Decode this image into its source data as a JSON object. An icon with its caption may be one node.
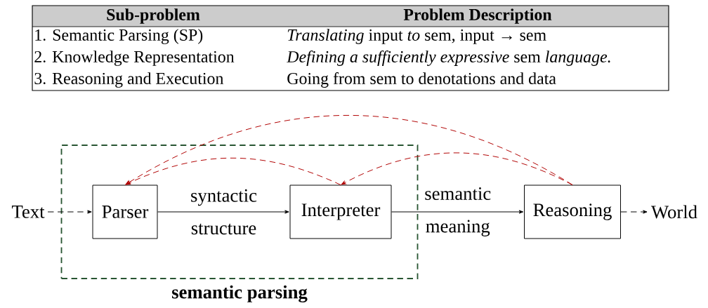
{
  "diagram": {
    "nodes": [
      {
        "text": [
          "Text"
        ]
      },
      {
        "text": [
          "semantic parsing"
        ]
      },
      {
        "text": [
          "Parser"
        ],
        "in": 1
      },
      {
        "text": [
          "Interpreter"
        ],
        "in": 1
      },
      {
        "text": [
          "Reasoning"
        ]
      },
      {
        "text": [
          "World"
        ]
      }
    ],
    "edges": [
      {
        "from": 0,
        "to": 2,
        "arrow": "to",
        "style": "dashed"
      },
      {
        "from": 2,
        "to": 3,
        "arrow": "to",
        "label": "syntactic structure"
      },
      {
        "from": 3,
        "to": 4,
        "arrow": "to",
        "label": "semantic meaning"
      },
      {
        "from": 4,
        "to": 5,
        "arrow": "to",
        "style": "dashed"
      },
      {
        "from": 3,
        "to": 2,
        "arrow": "to",
        "style": "dashed",
        "color": "#b00000"
      },
      {
        "from": 4,
        "to": 2,
        "arrow": "to",
        "style": "dashed",
        "color": "#b00000"
      },
      {
        "from": 4,
        "to": 3,
        "arrow": "to",
        "style": "dashed",
        "color": "#b00000"
      }
    ],
    "labels": [
      "Sub-problem",
      "Problem Description",
      "1. Semantic Parsing (SP)",
      "*Translating* input *to* sem, input → sem",
      "2. Knowledge Representation",
      "*Defining a sufficiently expressive* sem *language.*",
      "3. Reasoning and Execution",
      "Going from sem to denotations and data"
    ]
  }
}
